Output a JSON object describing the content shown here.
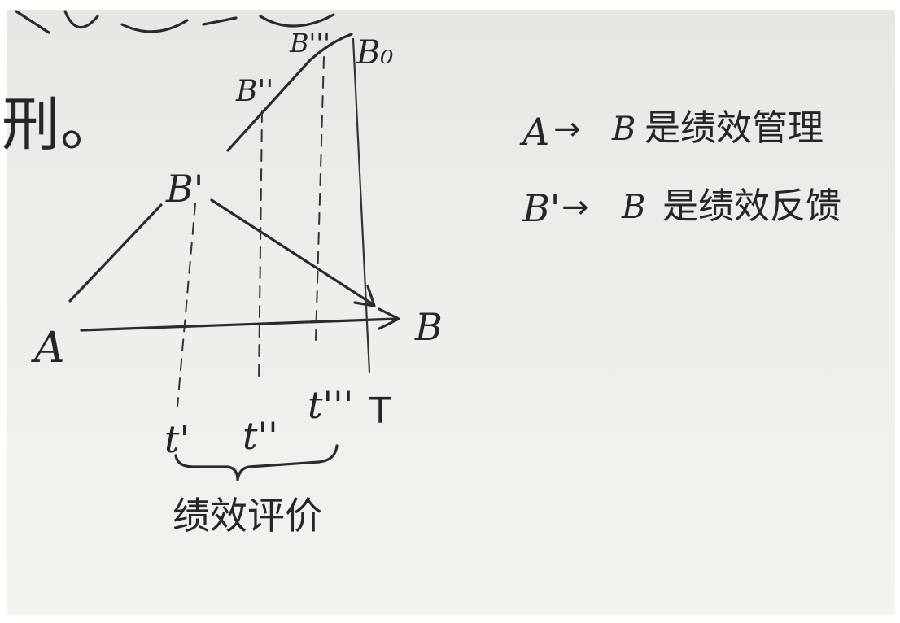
{
  "top_fragment": "刑。",
  "points": {
    "a": "A",
    "b": "B",
    "b_prime": "B'",
    "b_double_prime": "B''",
    "b_triple_prime": "B'''",
    "b_zero": "B₀"
  },
  "time_ticks": [
    "t'",
    "t''",
    "t'''",
    "T"
  ],
  "brace_label": "绩效评价",
  "notes": [
    {
      "from": "A",
      "arrow": "→",
      "to": "B",
      "text": "是绩效管理"
    },
    {
      "from": "B'",
      "arrow": "→",
      "to": "B",
      "text": "是绩效反馈"
    }
  ]
}
